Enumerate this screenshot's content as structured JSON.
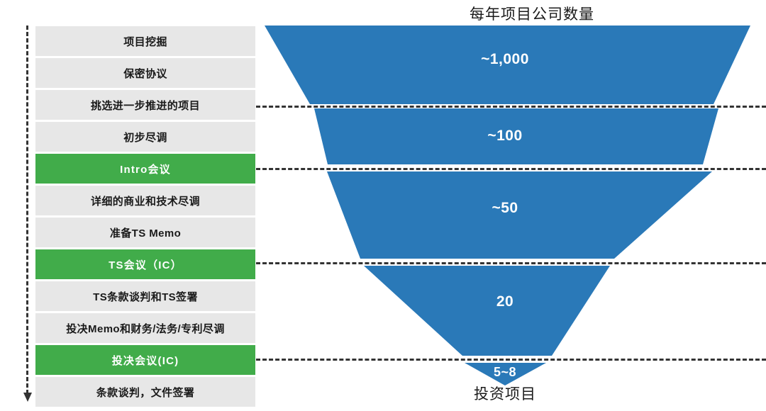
{
  "chart_data": {
    "type": "funnel",
    "title": "每年项目公司数量",
    "footer_label": "投资项目",
    "categories": [
      "~1,000",
      "~100",
      "~50",
      "20",
      "5~8"
    ],
    "values": [
      1000,
      100,
      50,
      20,
      6.5
    ],
    "value_labels": [
      "~1,000",
      "~100",
      "~50",
      "20",
      "5~8"
    ],
    "series": [
      {
        "name": "每年项目公司数量",
        "values": [
          1000,
          100,
          50,
          20,
          6.5
        ]
      }
    ],
    "xlabel": "",
    "ylabel": "",
    "grid": false,
    "legend": "none",
    "colors": {
      "funnel_fill": "#2a79b8",
      "stage_default": "#e7e7e7",
      "stage_highlight": "#41ac4a",
      "dashed_line": "#333333",
      "text_dark": "#1a1a1a",
      "text_light": "#ffffff"
    },
    "annotations": [
      {
        "stage_label": "挑选进一步推进的项目",
        "connects_to": "~1,000 / ~100 boundary"
      },
      {
        "stage_label": "Intro会议",
        "connects_to": "~100 / ~50 boundary"
      },
      {
        "stage_label": "TS会议（IC）",
        "connects_to": "~50 / 20 boundary"
      },
      {
        "stage_label": "投决会议(IC)",
        "connects_to": "20 / 5~8 boundary"
      }
    ]
  },
  "process": {
    "arrow_name": "process-flow-arrow",
    "stages": [
      {
        "label": "项目挖掘",
        "highlight": false
      },
      {
        "label": "保密协议",
        "highlight": false
      },
      {
        "label": "挑选进一步推进的项目",
        "highlight": false
      },
      {
        "label": "初步尽调",
        "highlight": false
      },
      {
        "label": "Intro会议",
        "highlight": true
      },
      {
        "label": "详细的商业和技术尽调",
        "highlight": false
      },
      {
        "label": "准备TS Memo",
        "highlight": false
      },
      {
        "label": "TS会议（IC）",
        "highlight": true
      },
      {
        "label": "TS条款谈判和TS签署",
        "highlight": false
      },
      {
        "label": "投决Memo和财务/法务/专利尽调",
        "highlight": false
      },
      {
        "label": "投决会议(IC)",
        "highlight": true
      },
      {
        "label": "条款谈判，文件签署",
        "highlight": false
      }
    ]
  },
  "funnel": {
    "title": "每年项目公司数量",
    "footer": "投资项目",
    "segments": [
      {
        "value_label": "~1,000"
      },
      {
        "value_label": "~100"
      },
      {
        "value_label": "~50"
      },
      {
        "value_label": "20"
      },
      {
        "value_label": "5~8"
      }
    ]
  }
}
